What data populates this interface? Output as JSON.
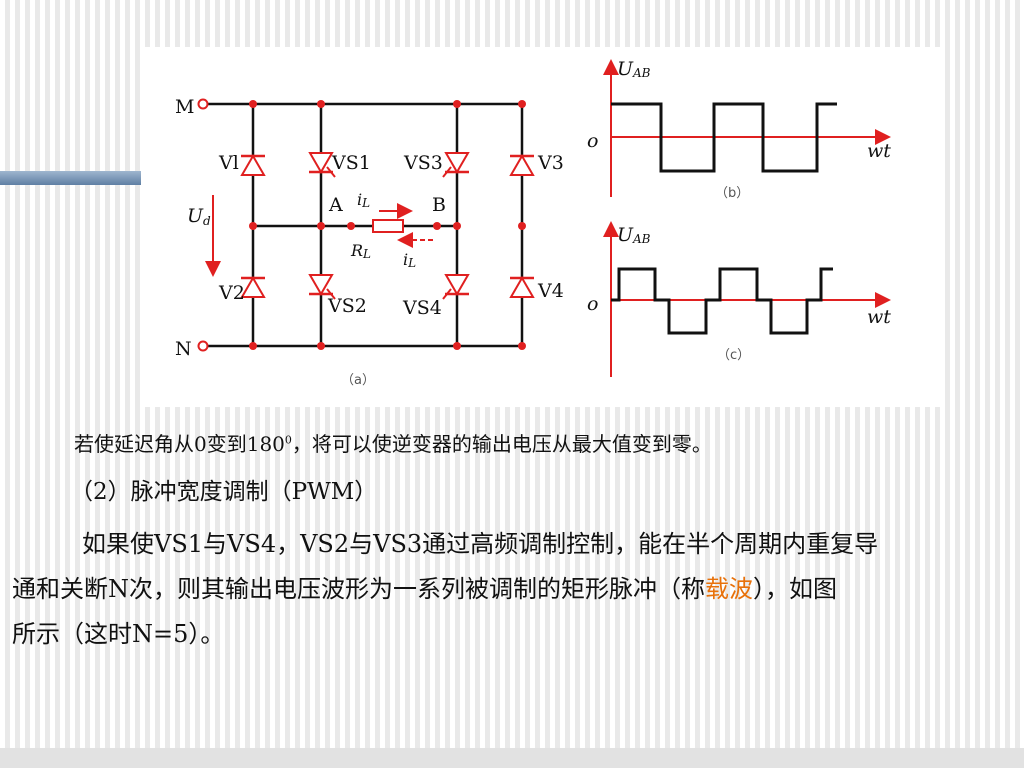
{
  "circuit": {
    "node_m": "M",
    "node_n": "N",
    "node_a": "A",
    "node_b": "B",
    "v1": "Vl",
    "v2": "V2",
    "v3": "V3",
    "v4": "V4",
    "vs1": "VS1",
    "vs2": "VS2",
    "vs3": "VS3",
    "vs4": "VS4",
    "ud_main": "U",
    "ud_sub": "d",
    "il_main": "i",
    "il_sub": "L",
    "rl_main": "R",
    "rl_sub": "L",
    "caption": "（a）"
  },
  "wave_b": {
    "axis_main": "U",
    "axis_sub": "AB",
    "origin": "o",
    "time": "wt",
    "caption": "（b）"
  },
  "wave_c": {
    "axis_main": "U",
    "axis_sub": "AB",
    "origin": "o",
    "time": "wt",
    "caption": "（c）"
  },
  "text": {
    "caption_before": "若使延迟角从0变到180",
    "caption_sup": "0",
    "caption_after": "，将可以使逆变器的输出电压从最大值变到零。",
    "heading": "（2）脉冲宽度调制（PWM）",
    "para_line1": "如果使VS1与VS4，VS2与VS3通过高频调制控制，能在半个周期内重复导",
    "para_line2_before": "通和关断N次，则其输出电压波形为一系列被调制的矩形脉冲（称",
    "para_highlight": "载波",
    "para_line2_after": "），如图",
    "para_line3": "所示（这时N=5）。"
  },
  "colors": {
    "circuit": "#e02020",
    "wire": "#111111",
    "highlight": "#e8710a",
    "accent": "#6f8db0"
  }
}
